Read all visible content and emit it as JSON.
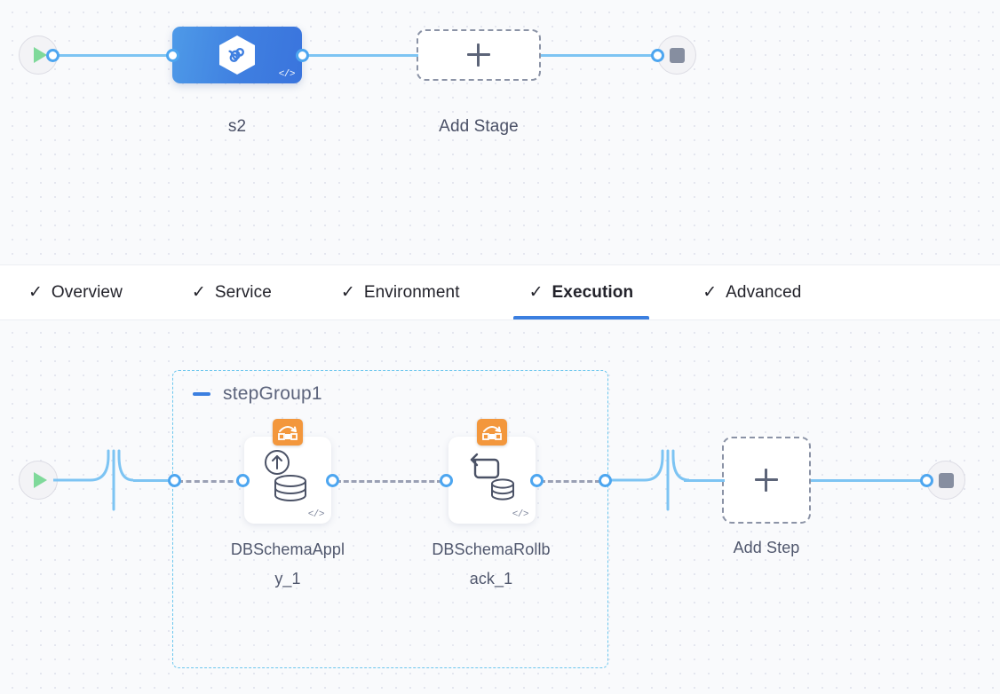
{
  "theme": {
    "accent": "#3b7fe0",
    "link": "#7dc4f3",
    "port": "#4da6f0",
    "stage_gradient_from": "#4e9ae8",
    "stage_gradient_to": "#3a74dd",
    "badge_orange": "#f3973c",
    "group_border": "#6dc7ee",
    "canvas_bg": "#f9fafc",
    "grid_dot": "#e4e6ef",
    "start_green": "#7fd99a",
    "stop_gray": "#868ea0"
  },
  "stage_canvas": {
    "start_node": {
      "icon": "play-icon",
      "title": "Start"
    },
    "end_node": {
      "icon": "stop-icon",
      "title": "End"
    },
    "stage": {
      "label": "s2",
      "icon": "harness-cd-hexagon-icon",
      "code_badge": "</>"
    },
    "add_stage": {
      "label": "Add Stage",
      "icon": "plus-icon"
    }
  },
  "tabs": {
    "items": [
      {
        "label": "Overview",
        "icon": "check-icon",
        "active": false
      },
      {
        "label": "Service",
        "icon": "check-icon",
        "active": false
      },
      {
        "label": "Environment",
        "icon": "check-icon",
        "active": false
      },
      {
        "label": "Execution",
        "icon": "check-icon",
        "active": true
      },
      {
        "label": "Advanced",
        "icon": "check-icon",
        "active": false
      }
    ]
  },
  "execution_canvas": {
    "start_node": {
      "icon": "play-icon",
      "title": "Start"
    },
    "end_node": {
      "icon": "stop-icon",
      "title": "End"
    },
    "step_group": {
      "title": "stepGroup1",
      "collapse_icon": "minus-icon",
      "steps": [
        {
          "label": "DBSchemaApply_1",
          "label_line1": "DBSchemaAppl",
          "label_line2": "y_1",
          "badge_icon": "deployment-arc-icon",
          "glyph_icon": "database-apply-up-arrow-icon",
          "code_badge": "</>"
        },
        {
          "label": "DBSchemaRollback_1",
          "label_line1": "DBSchemaRollb",
          "label_line2": "ack_1",
          "badge_icon": "deployment-arc-icon",
          "glyph_icon": "database-rollback-loop-icon",
          "code_badge": "</>"
        }
      ]
    },
    "add_step": {
      "label": "Add Step",
      "icon": "plus-icon"
    }
  }
}
